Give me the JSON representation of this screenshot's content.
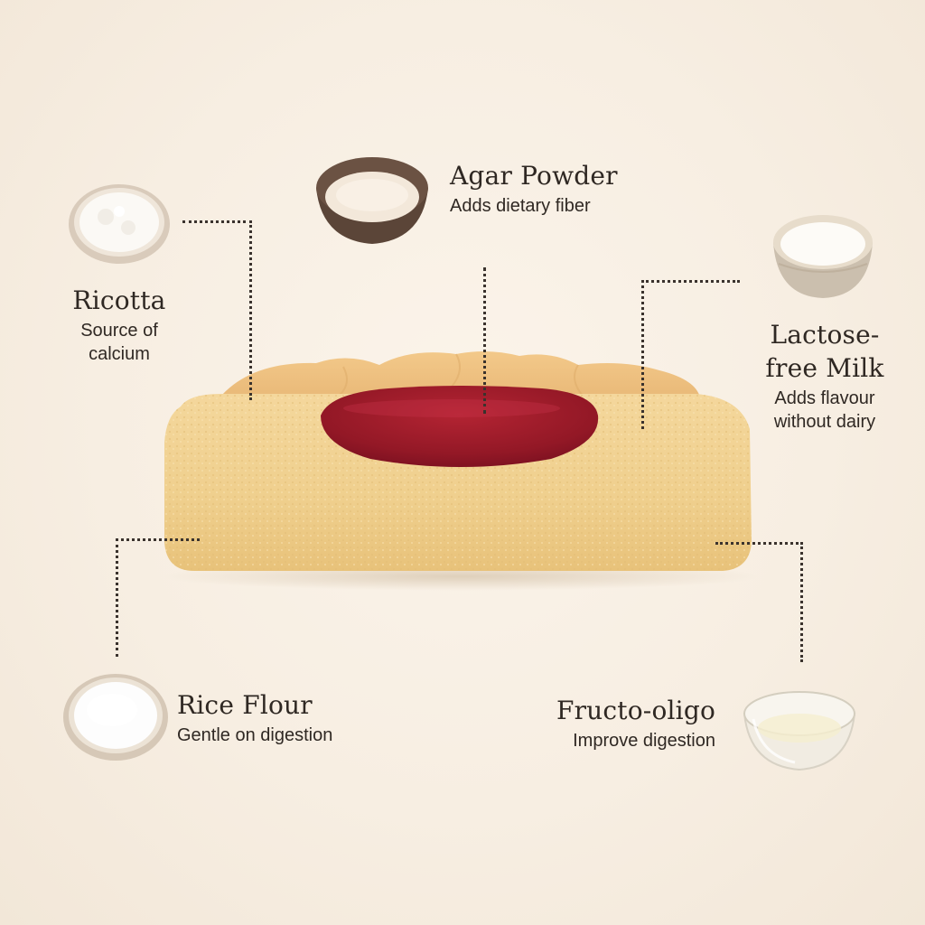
{
  "ingredients": {
    "ricotta": {
      "name": "Ricotta",
      "desc_line1": "Source of",
      "desc_line2": "calcium",
      "icon": "ricotta-bowl-icon"
    },
    "agar": {
      "name": "Agar Powder",
      "desc": "Adds dietary fiber",
      "icon": "agar-powder-bowl-icon"
    },
    "milk": {
      "name_line1": "Lactose-",
      "name_line2": "free Milk",
      "desc_line1": "Adds flavour",
      "desc_line2": "without dairy",
      "icon": "milk-bowl-icon"
    },
    "rice": {
      "name": "Rice Flour",
      "desc": "Gentle on digestion",
      "icon": "rice-flour-bowl-icon"
    },
    "fructo": {
      "name": "Fructo-oligo",
      "desc": "Improve digestion",
      "icon": "syrup-glass-bowl-icon"
    }
  },
  "product": {
    "icon": "jam-filled-cookie-cross-section"
  },
  "colors": {
    "background": "#f7eee2",
    "text": "#2f2823",
    "jam": "#9c1b26",
    "dough": "#f0cd8a"
  }
}
